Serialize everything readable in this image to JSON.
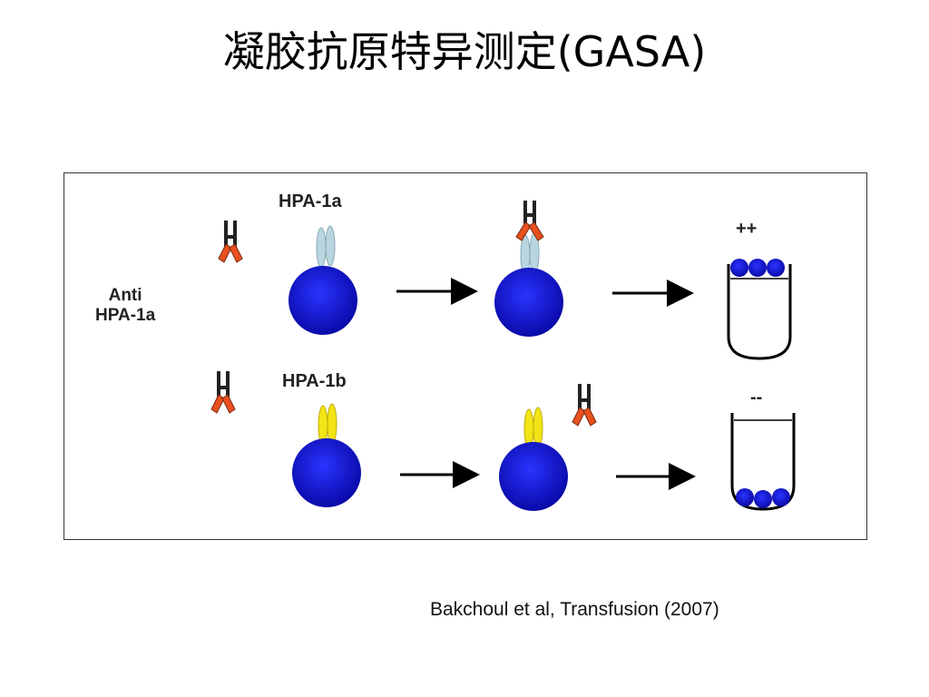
{
  "slide": {
    "title": "凝胶抗原特异测定(GASA)",
    "citation": "Bakchoul et al, Transfusion (2007)"
  },
  "diagram": {
    "antibody_label_line1": "Anti",
    "antibody_label_line2": "HPA-1a",
    "row1_antigen_label": "HPA-1a",
    "row2_antigen_label": "HPA-1b",
    "row1_result": "++",
    "row2_result": "--"
  },
  "colors": {
    "bead": "#1010c8",
    "hpa1a_antigen": "#b9d6e0",
    "hpa1b_antigen": "#f2e416",
    "antibody_fab": "#e8501e"
  }
}
